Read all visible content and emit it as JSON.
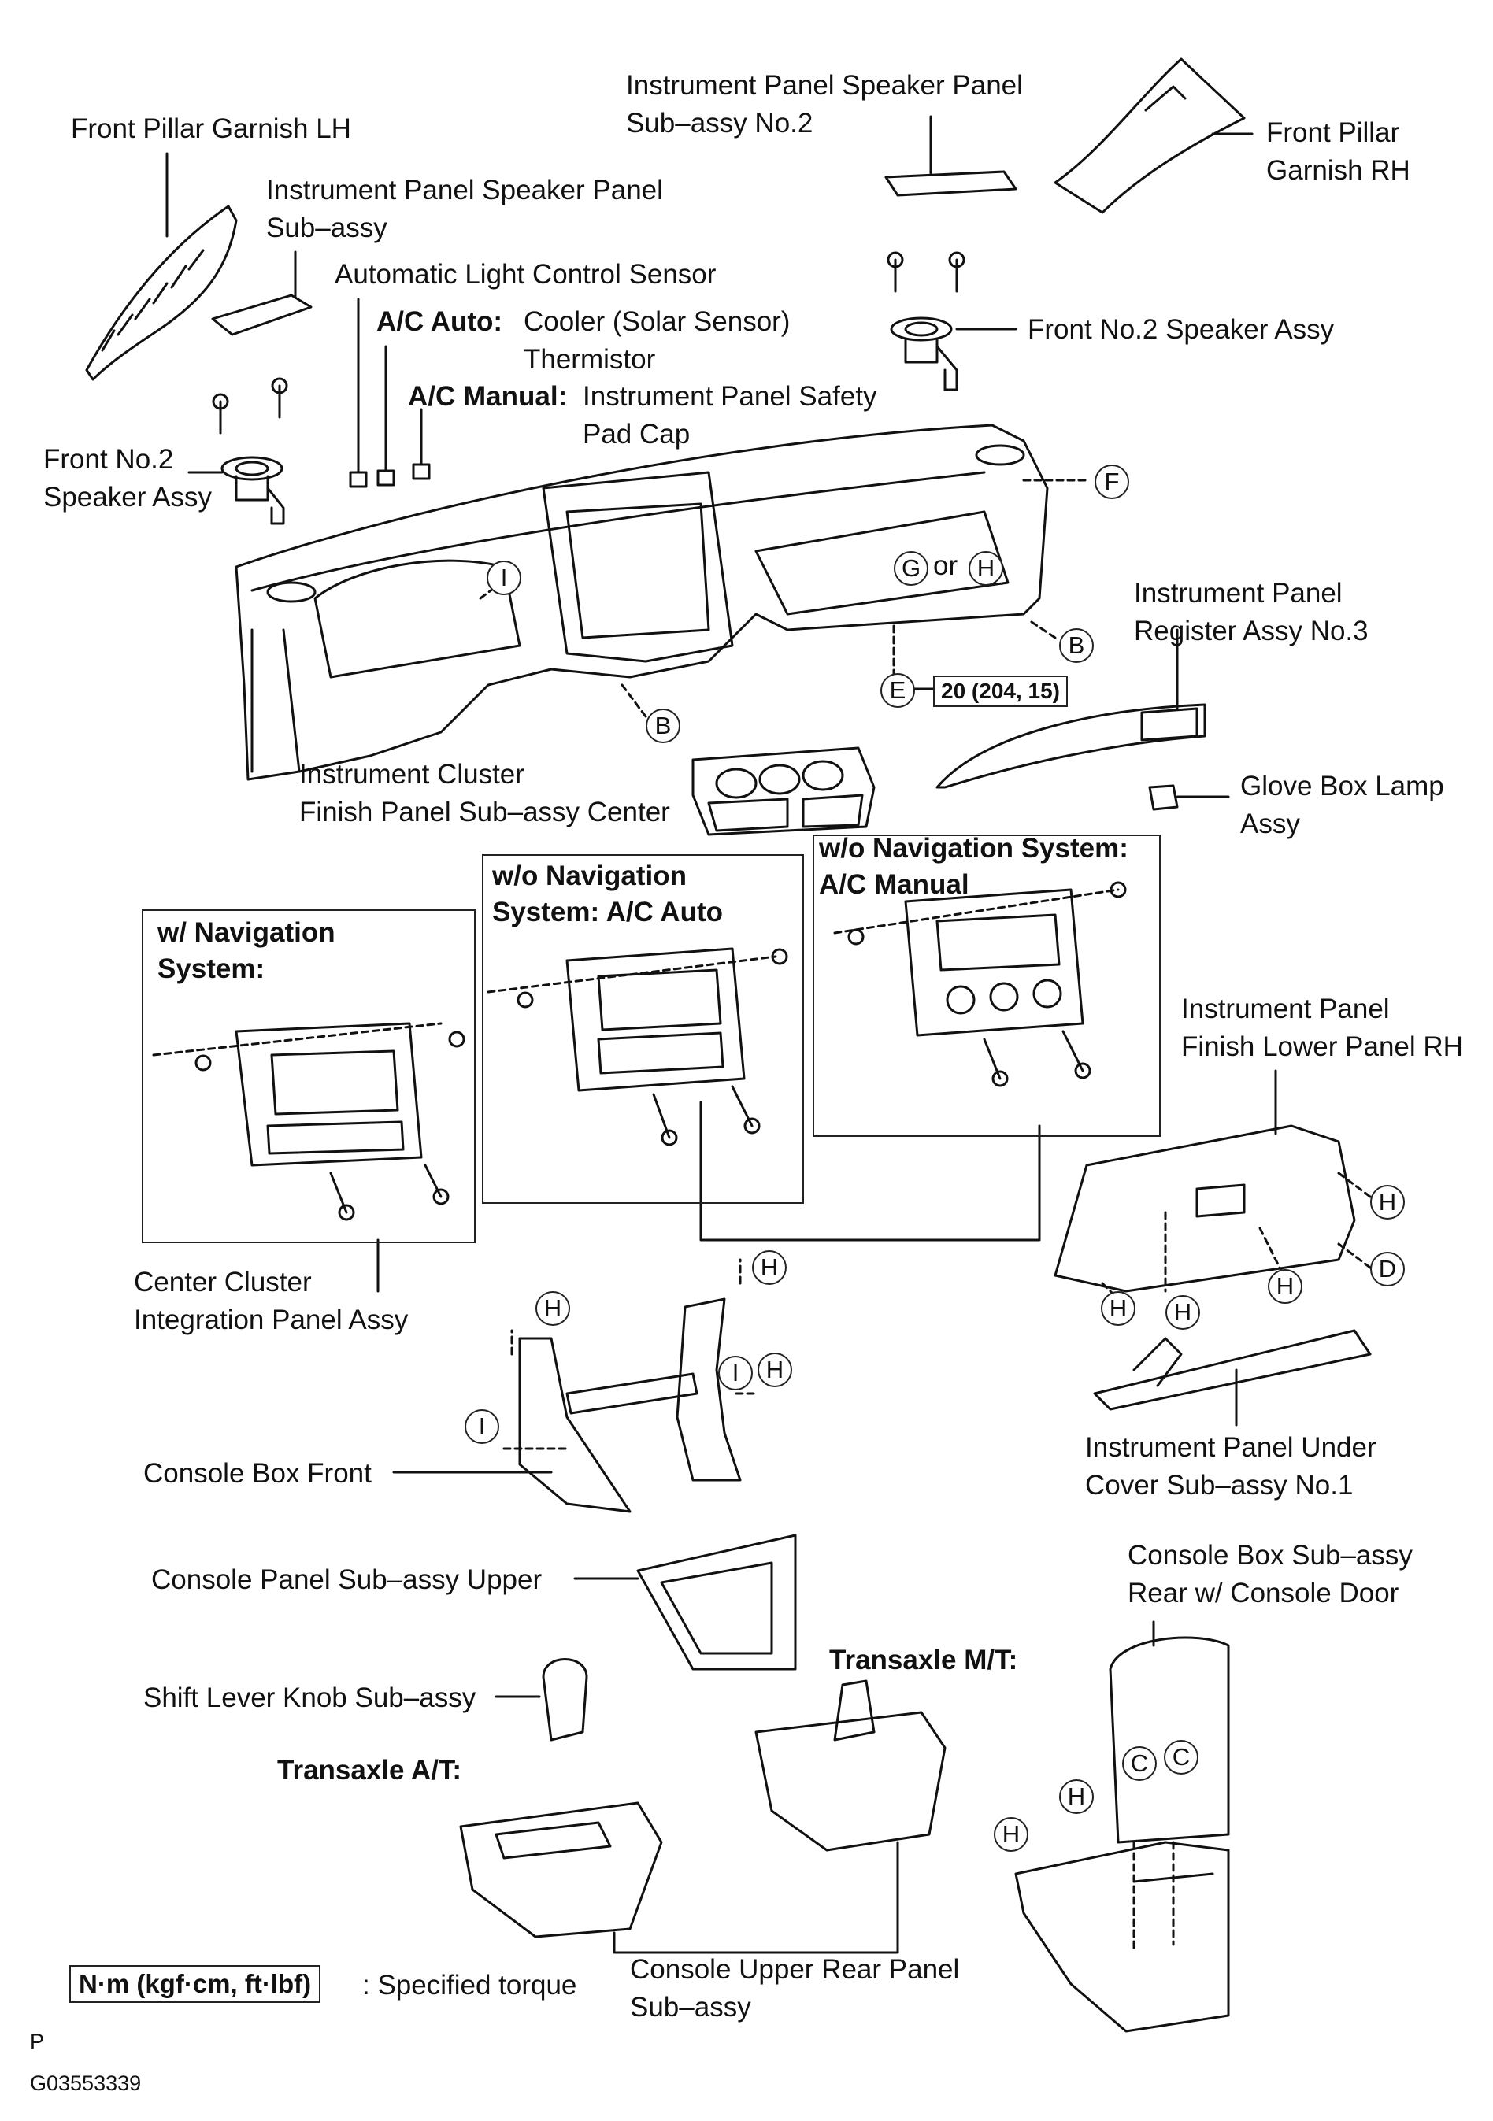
{
  "labels": {
    "front_pillar_garnish_lh": "Front Pillar Garnish LH",
    "ip_speaker_panel_no2_l1": "Instrument Panel Speaker Panel",
    "ip_speaker_panel_no2_l2": "Sub–assy No.2",
    "front_pillar_garnish_rh_l1": "Front Pillar",
    "front_pillar_garnish_rh_l2": "Garnish RH",
    "ip_speaker_panel_l1": "Instrument Panel Speaker Panel",
    "ip_speaker_panel_l2": "Sub–assy",
    "auto_light_sensor": "Automatic Light Control Sensor",
    "ac_auto_prefix": "A/C Auto:",
    "ac_auto_text_l1": "Cooler (Solar Sensor)",
    "ac_auto_text_l2": "Thermistor",
    "ac_manual_prefix": "A/C Manual:",
    "ac_manual_text_l1": "Instrument Panel Safety",
    "ac_manual_text_l2": "Pad Cap",
    "front_no2_speaker_right": "Front No.2 Speaker Assy",
    "front_no2_speaker_left_l1": "Front No.2",
    "front_no2_speaker_left_l2": "Speaker Assy",
    "ip_register_no3_l1": "Instrument Panel",
    "ip_register_no3_l2": "Register Assy No.3",
    "or_text": "or",
    "torque_value": "20 (204, 15)",
    "cluster_finish_l1": "Instrument Cluster",
    "cluster_finish_l2": "Finish Panel Sub–assy Center",
    "glove_lamp_l1": "Glove Box Lamp",
    "glove_lamp_l2": "Assy",
    "box_nav_l1": "w/ Navigation",
    "box_nav_l2": "System:",
    "box_wo_nav_auto_l1": "w/o Navigation",
    "box_wo_nav_auto_l2": "System: A/C Auto",
    "box_wo_nav_manual_l1": "w/o Navigation System:",
    "box_wo_nav_manual_l2": "A/C Manual",
    "ip_finish_lower_rh_l1": "Instrument Panel",
    "ip_finish_lower_rh_l2": "Finish Lower Panel RH",
    "center_cluster_l1": "Center Cluster",
    "center_cluster_l2": "Integration Panel Assy",
    "console_box_front": "Console Box Front",
    "ip_under_cover_l1": "Instrument Panel Under",
    "ip_under_cover_l2": "Cover Sub–assy No.1",
    "console_panel_upper": "Console Panel Sub–assy Upper",
    "console_box_rear_l1": "Console Box Sub–assy",
    "console_box_rear_l2": "Rear w/ Console Door",
    "transaxle_mt": "Transaxle M/T:",
    "shift_knob": "Shift Lever Knob Sub–assy",
    "transaxle_at": "Transaxle A/T:",
    "legend_units": "N·m (kgf·cm, ft·lbf)",
    "legend_text": ": Specified torque",
    "console_upper_rear_l1": "Console Upper Rear Panel",
    "console_upper_rear_l2": "Sub–assy",
    "page_letter": "P",
    "figure_id": "G03553339"
  },
  "callouts": {
    "F": "F",
    "G": "G",
    "H": "H",
    "I": "I",
    "B": "B",
    "E": "E",
    "D": "D",
    "C": "C"
  }
}
